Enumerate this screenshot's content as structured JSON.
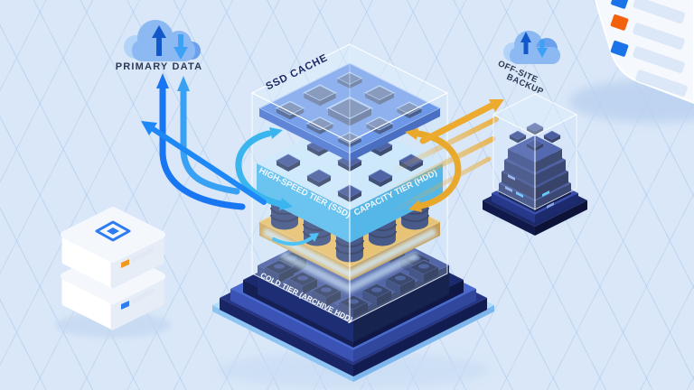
{
  "diagram": {
    "endpoints": {
      "primary": {
        "label": "PRIMARY DATA"
      },
      "offsite": {
        "line1": "OFF-SITE",
        "line2": "BACKUP"
      }
    },
    "tiers": {
      "cache": {
        "label": "SSD CACHE"
      },
      "high_speed": {
        "label": "HIGH-SPEED TIER (SSD)"
      },
      "capacity": {
        "label": "CAPACITY TIER (HDD)"
      },
      "cold": {
        "label": "COLD TIER (ARCHIVE HDD)"
      }
    },
    "colors": {
      "background": "#d9e7f8",
      "accent_blue": "#2e7df2",
      "arrow_blue": "#2196f3",
      "cyan_tier": "#3cb4ea",
      "gold": "#ecaa2e",
      "navy": "#16224e",
      "ssd_plate": "#4e7fe2",
      "glass": "#dff0fd",
      "white_box": "#f6f9fd",
      "orange_indicator": "#f09a26"
    }
  }
}
